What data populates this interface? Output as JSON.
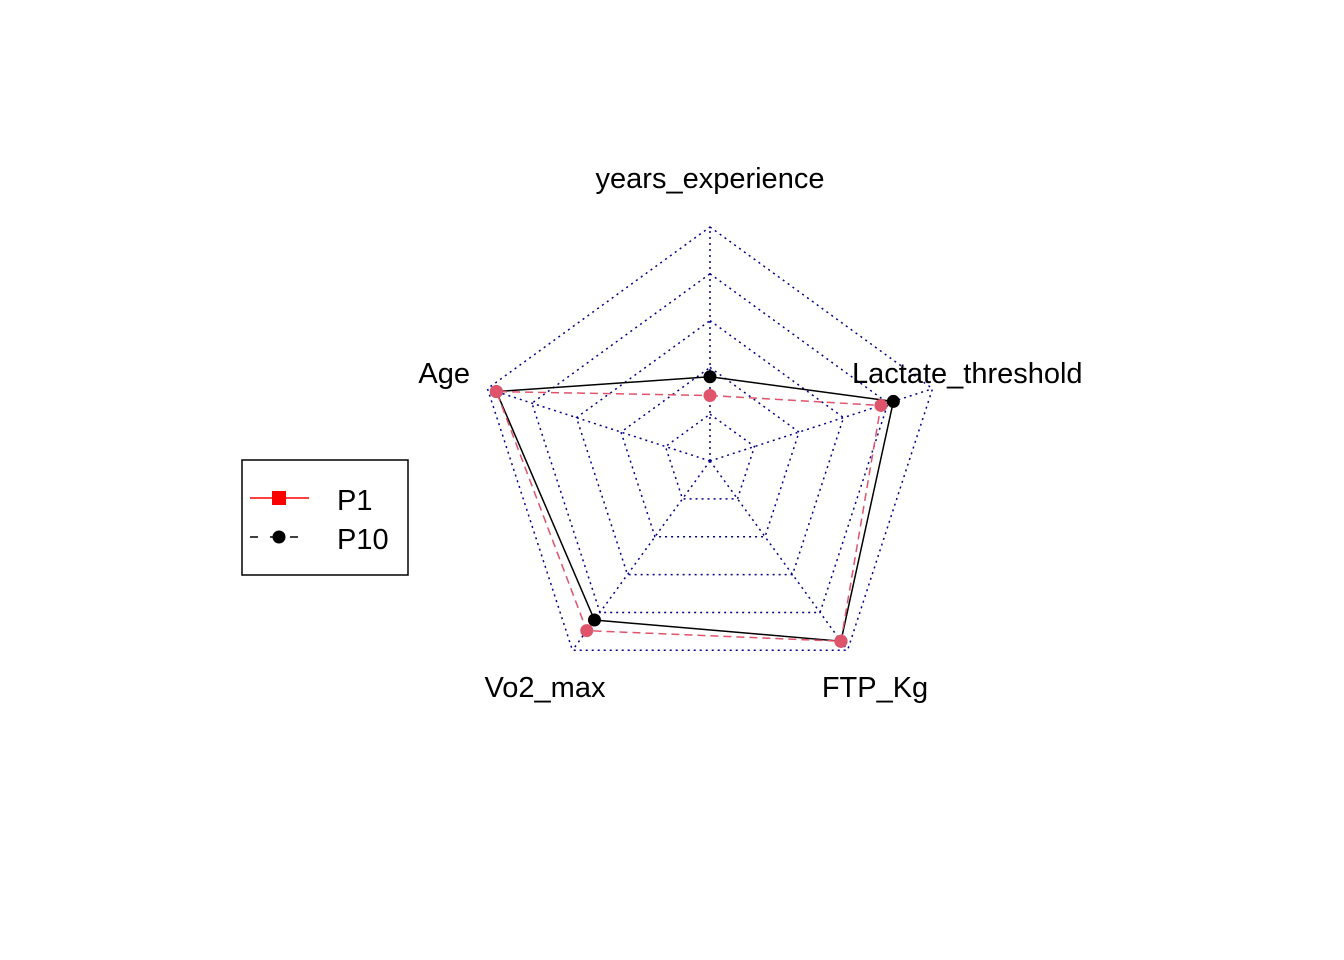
{
  "chart_data": {
    "type": "radar",
    "axes": [
      "years_experience",
      "Lactate_threshold",
      "FTP_Kg",
      "Vo2_max",
      "Age"
    ],
    "range": [
      0,
      1
    ],
    "segments": 4,
    "grid": true,
    "series": [
      {
        "name": "P1",
        "values": [
          0.1,
          0.71,
          0.94,
          0.87,
          0.95
        ],
        "color": "#DF536B",
        "line": "dashed",
        "marker": "circle"
      },
      {
        "name": "P10",
        "values": [
          0.2,
          0.78,
          0.94,
          0.8,
          0.95
        ],
        "color": "#000000",
        "line": "solid",
        "marker": "circle"
      }
    ],
    "legend": {
      "placement": "left",
      "entries": [
        {
          "label": "P1",
          "color": "#FF0000",
          "line": "solid",
          "marker": "square"
        },
        {
          "label": "P10",
          "color": "#000000",
          "line": "dashed",
          "marker": "circle"
        }
      ]
    },
    "grid_color": "#00008B"
  }
}
